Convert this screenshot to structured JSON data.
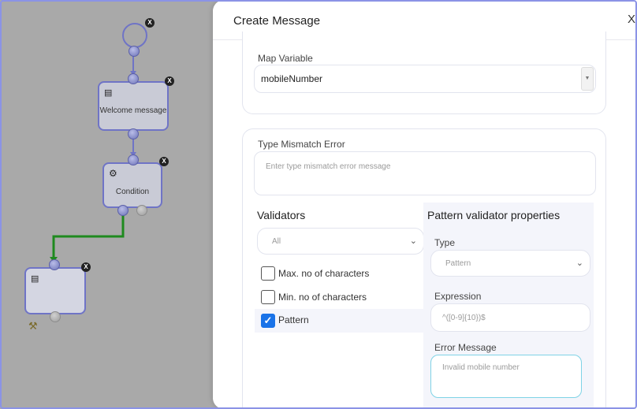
{
  "canvas": {
    "nodes": [
      {
        "label": "",
        "icon": "loop-start"
      },
      {
        "label": "Welcome message",
        "icon": "chat-icon"
      },
      {
        "label": "Condition",
        "icon": "steering-wheel-icon"
      },
      {
        "label": "",
        "icon": "chat-icon"
      }
    ],
    "close_glyph": "X"
  },
  "modal": {
    "title": "Create Message",
    "close_label": "X",
    "map_variable": {
      "label": "Map Variable",
      "value": "mobileNumber"
    },
    "type_mismatch": {
      "label": "Type Mismatch Error",
      "placeholder": "Enter type mismatch error message"
    },
    "validators": {
      "title": "Validators",
      "filter_value": "All",
      "items": [
        {
          "label": "Max. no of characters",
          "checked": false
        },
        {
          "label": "Min. no of characters",
          "checked": false
        },
        {
          "label": "Pattern",
          "checked": true
        }
      ]
    },
    "pattern_props": {
      "title": "Pattern validator properties",
      "type_label": "Type",
      "type_value": "Pattern",
      "expression_label": "Expression",
      "expression_value": "^([0-9]{10})$",
      "error_label": "Error Message",
      "error_value": "Invalid mobile number"
    }
  },
  "colors": {
    "accent": "#1a73e8",
    "node_border": "#6f74c6",
    "edge_active": "#1f8a1f",
    "canvas_bg": "#a9a9a9"
  }
}
